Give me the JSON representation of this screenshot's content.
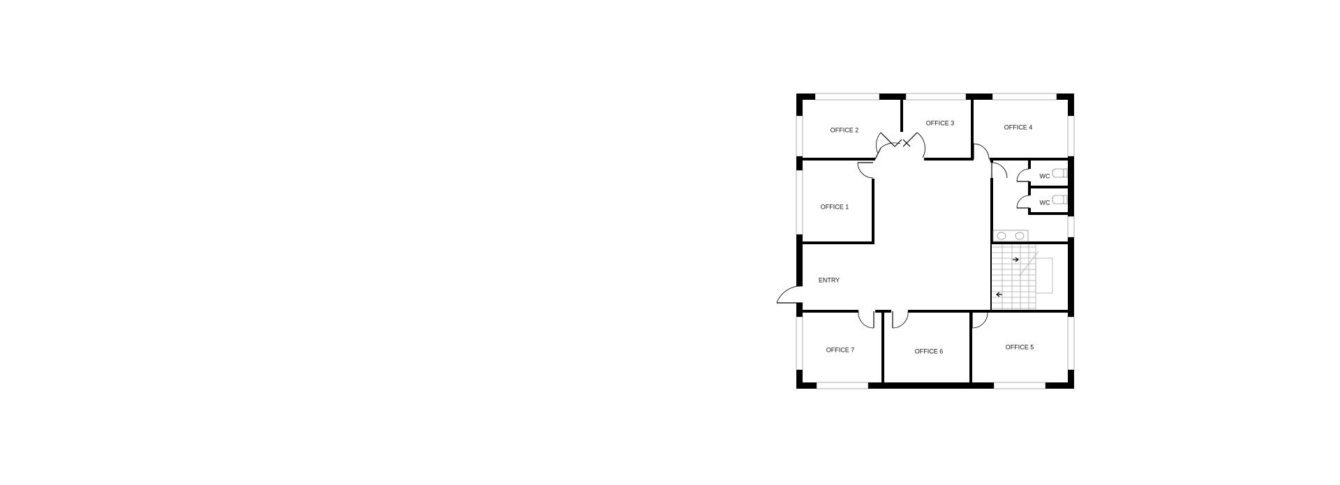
{
  "rooms": {
    "office_1": "OFFICE 1",
    "office_2": "OFFICE 2",
    "office_3": "OFFICE 3",
    "office_4": "OFFICE 4",
    "office_5": "OFFICE 5",
    "office_6": "OFFICE 6",
    "office_7": "OFFICE 7",
    "wc_upper": "WC",
    "wc_lower": "WC",
    "entry": "ENTRY"
  },
  "colors": {
    "wall": "#000000",
    "background": "#ffffff",
    "window": "#9a9a9a"
  }
}
